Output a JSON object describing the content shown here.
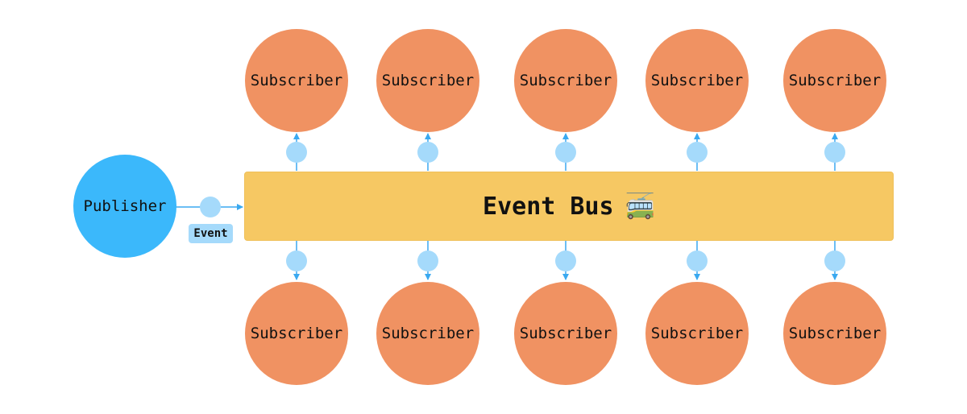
{
  "publisher": {
    "label": "Publisher"
  },
  "event": {
    "label": "Event"
  },
  "bus": {
    "label": "Event Bus",
    "emoji": "🚎"
  },
  "subscribers_top": [
    {
      "label": "Subscriber"
    },
    {
      "label": "Subscriber"
    },
    {
      "label": "Subscriber"
    },
    {
      "label": "Subscriber"
    },
    {
      "label": "Subscriber"
    }
  ],
  "subscribers_bottom": [
    {
      "label": "Subscriber"
    },
    {
      "label": "Subscriber"
    },
    {
      "label": "Subscriber"
    },
    {
      "label": "Subscriber"
    },
    {
      "label": "Subscriber"
    }
  ],
  "colors": {
    "publisher": "#3bb8fb",
    "subscriber": "#f09262",
    "bus": "#f6c863",
    "event": "#a5dafb",
    "connector": "#3aa9f0"
  }
}
